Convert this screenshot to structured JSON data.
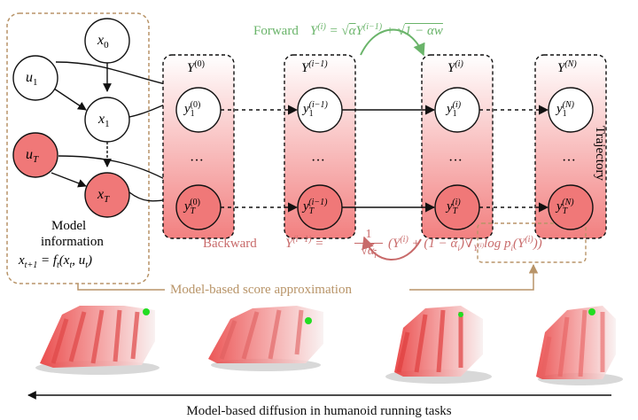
{
  "colors": {
    "forward_green": "#6ab46a",
    "backward_red": "#c86a6a",
    "model_brown": "#b89468",
    "node_red": "#f07878",
    "gradient_top": "#ffffff",
    "gradient_bottom": "#f28080",
    "edge": "#111111"
  },
  "model_box": {
    "title_line1": "Model",
    "title_line2": "information",
    "dynamics": "x_{t+1} = f_t(x_t, u_t)",
    "nodes": {
      "x0": "x_0",
      "u1": "u_1",
      "x1": "x_1",
      "uT": "u_T",
      "xT": "x_T"
    }
  },
  "stages": [
    {
      "header": "Y^{(0)}",
      "top": "y_1^{(0)}",
      "bottom": "y_T^{(0)}"
    },
    {
      "header": "Y^{(i-1)}",
      "top": "y_1^{(i-1)}",
      "bottom": "y_T^{(i-1)}"
    },
    {
      "header": "Y^{(i)}",
      "top": "y_1^{(i)}",
      "bottom": "y_T^{(i)}"
    },
    {
      "header": "Y^{(N)}",
      "top": "y_1^{(N)}",
      "bottom": "y_T^{(N)}"
    }
  ],
  "ellipsis": "···",
  "forward": {
    "label": "Forward",
    "equation": "Y^{(i)} = √α Y^{(i−1)} + √(1−α) w"
  },
  "backward": {
    "label": "Backward",
    "equation": "Y^{(i−1)} = (1/√α_i)(Y^{(i)} + (1−ᾱ_i)∇_{Y^{(i)}} log p_i(Y^{(i)}))"
  },
  "side_label": "Trajectory",
  "score_label": "Model-based score approximation",
  "caption": "Model-based diffusion in humanoid running tasks",
  "humanoid_panels": 4
}
